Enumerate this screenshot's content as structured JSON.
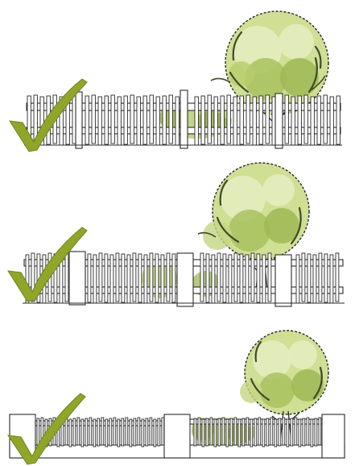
{
  "colors": {
    "background": "#ffffff",
    "ink": "#2b2b2b",
    "fence_fill": "#ffffff",
    "check_green": "#8fa62a",
    "foliage_light": "#dfe9b4",
    "foliage_mid": "#b9cf72",
    "foliage_dark": "#8ea84a",
    "foliage_shade": "#3f4a2a"
  },
  "panels": [
    {
      "checkmark": "checkmark-icon",
      "fence_style": "picket fence with gate posts",
      "tree": true,
      "shrub": true
    },
    {
      "checkmark": "checkmark-icon",
      "fence_style": "picket fence with pillars",
      "tree": true,
      "shrub": true
    },
    {
      "checkmark": "checkmark-icon",
      "fence_style": "low wall with picket infill",
      "tree": true,
      "shrub": true
    }
  ]
}
